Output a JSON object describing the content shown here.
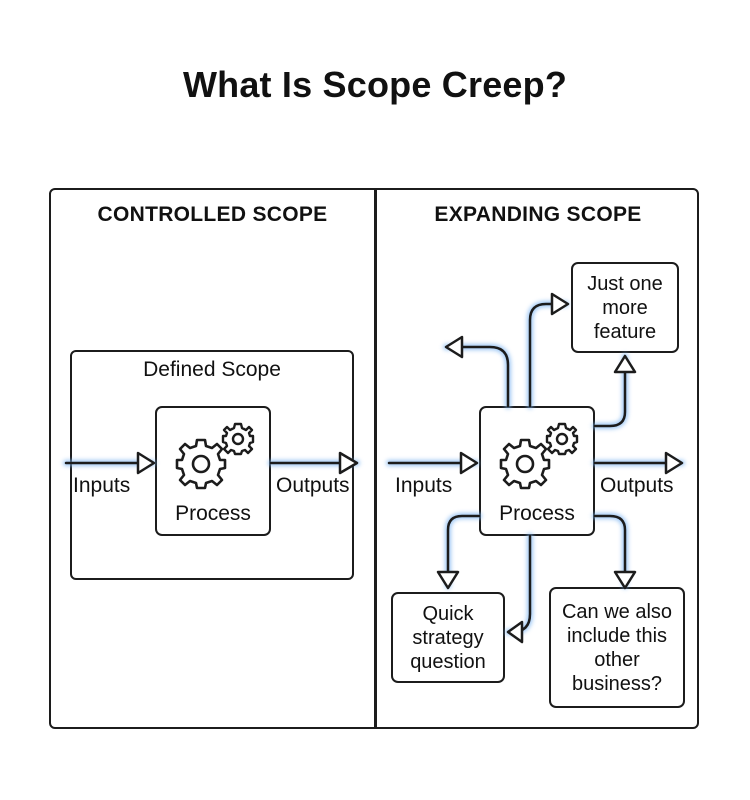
{
  "title": "What Is Scope Creep?",
  "left_panel": {
    "heading": "CONTROLLED SCOPE",
    "scope_label": "Defined Scope",
    "input_label": "Inputs",
    "process_label": "Process",
    "output_label": "Outputs"
  },
  "right_panel": {
    "heading": "EXPANDING SCOPE",
    "input_label": "Inputs",
    "process_label": "Process",
    "output_label": "Outputs",
    "requests": {
      "top_right": "Just one\nmore\nfeature",
      "bottom_left": "Quick\nstrategy\nquestion",
      "bottom_right": "Can we also\ninclude this\nother\nbusiness?"
    }
  },
  "colors": {
    "stroke": "#1c1c1c",
    "arrow_glow": "#7fb6f2"
  },
  "icons": [
    "gears-icon",
    "arrow-right-icon"
  ]
}
